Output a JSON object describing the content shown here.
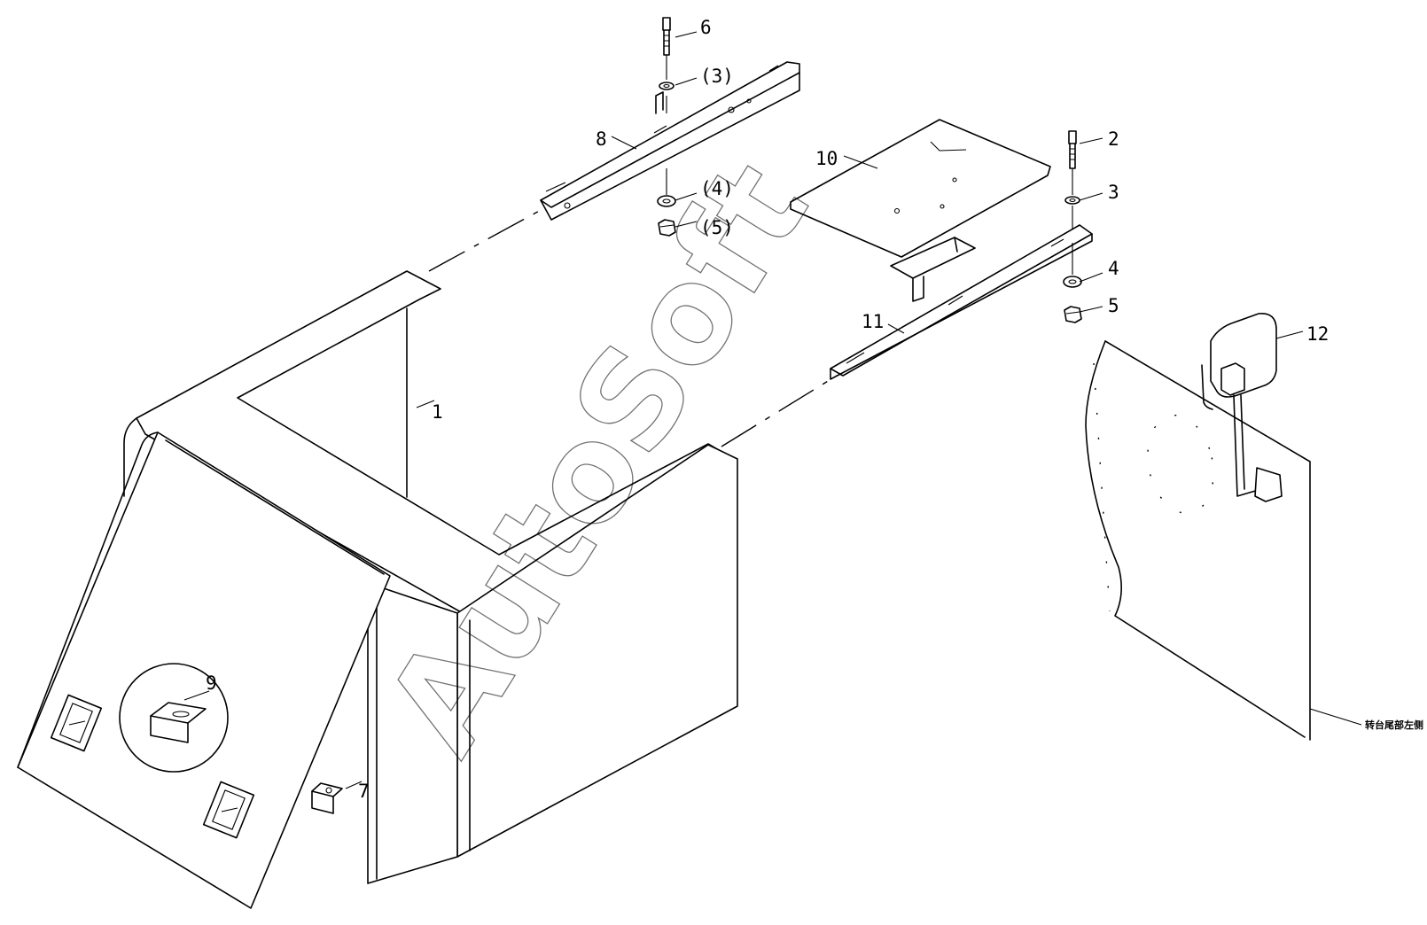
{
  "watermark": "AutoSoft",
  "side_note": "转台尾部左侧",
  "callouts": {
    "c1": "1",
    "c2": "2",
    "c3": "3",
    "c3p": "(3)",
    "c4": "4",
    "c4p": "(4)",
    "c5": "5",
    "c5p": "(5)",
    "c6": "6",
    "c7": "7",
    "c8": "8",
    "c9": "9",
    "c10": "10",
    "c11": "11",
    "c12": "12"
  }
}
